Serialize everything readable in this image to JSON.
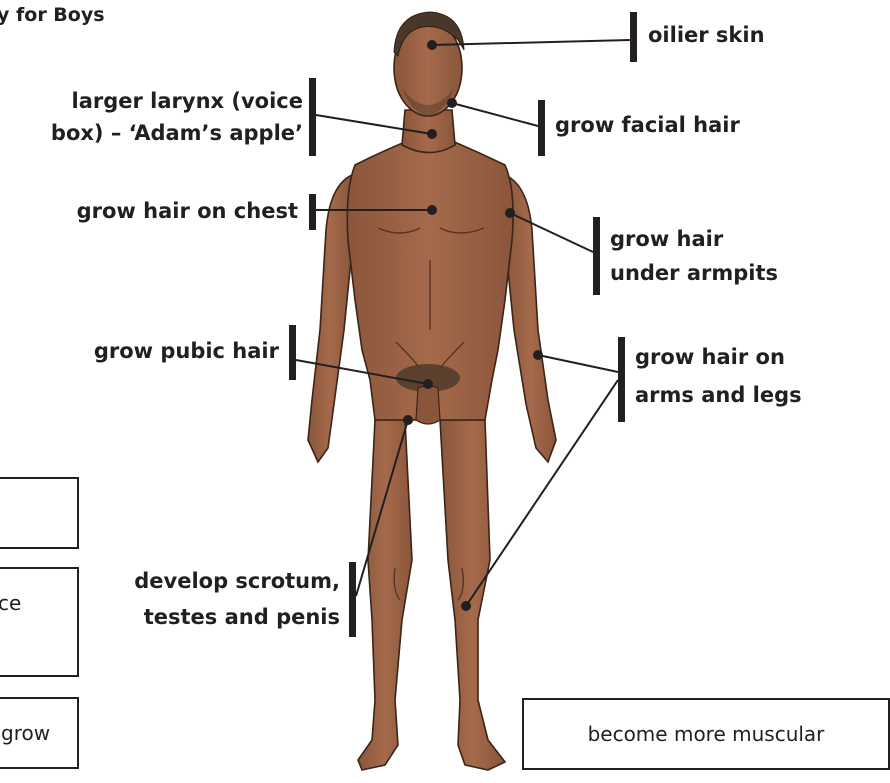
{
  "page": {
    "title_fragment": "y for Boys"
  },
  "labels": {
    "oilier_skin": "oilier skin",
    "larynx_line1": "larger larynx (voice",
    "larynx_line2": "box) – ‘Adam’s apple’",
    "facial_hair": "grow facial hair",
    "chest_hair": "grow hair on chest",
    "armpit_line1": "grow hair",
    "armpit_line2": "under armpits",
    "pubic_hair": "grow pubic hair",
    "arms_legs_line1": "grow hair on",
    "arms_legs_line2": "arms and legs",
    "scrotum_line1": "develop scrotum,",
    "scrotum_line2": "testes and penis"
  },
  "boxes": {
    "box_right": "become more muscular",
    "box_left_2": "ce",
    "box_left_3": "grow"
  },
  "colors": {
    "skin": "#9c6447",
    "skin_shadow": "#7d4c34",
    "hair": "#4a3728",
    "ink": "#231f20"
  }
}
